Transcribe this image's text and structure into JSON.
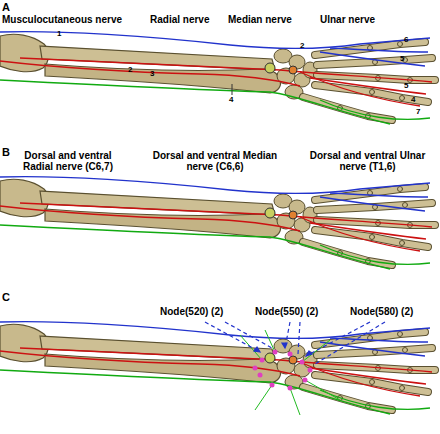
{
  "diagram": {
    "labels": [
      "A",
      "Musculocutaneous nerve",
      "Radial nerve",
      "Median nerve",
      "Ulnar nerve",
      "1",
      "2",
      "3",
      "4",
      "2",
      "6",
      "5",
      "5",
      "4",
      "7",
      "B",
      "Dorsal and ventral Radial nerve (C6,7)",
      "Dorsal and ventral Median nerve (C6,6)",
      "Dorsal and ventral Ulnar nerve (T1,6)",
      "C",
      "Node(520) (2)",
      "Node(550) (2)",
      "Node(580) (2)"
    ]
  }
}
